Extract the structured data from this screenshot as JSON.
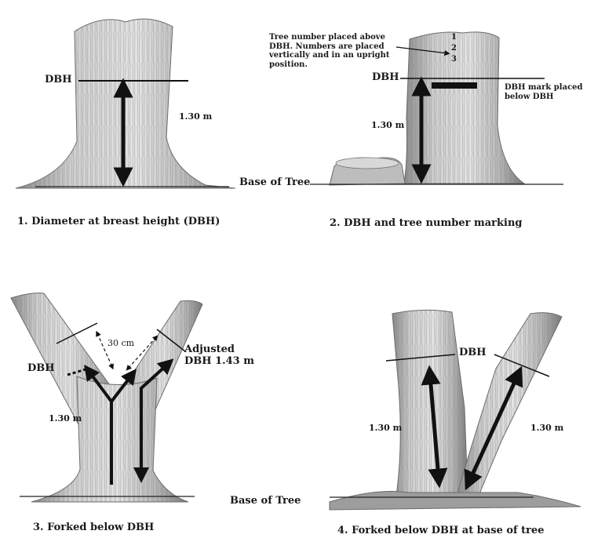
{
  "panel1": {
    "caption": "1.  Diameter at breast height (DBH)",
    "dbh_label": "DBH",
    "height_label": "1.30 m"
  },
  "panel2": {
    "caption": "2.  DBH and tree number marking",
    "tree_number_note": "Tree number placed above\nDBH. Numbers are placed\nvertically and in an upright\nposition.",
    "digits": [
      "1",
      "2",
      "3"
    ],
    "dbh_label": "DBH",
    "height_label": "1.30 m",
    "dbh_mark_note": "DBH mark placed\nbelow DBH",
    "base_label": "Base of Tree"
  },
  "panel3": {
    "caption": "3.  Forked below DBH",
    "dbh_label": "DBH",
    "offset_label": "30 cm",
    "adjusted_label": "Adjusted\nDBH 1.43 m",
    "height_label": "1.30 m",
    "base_label": "Base of Tree"
  },
  "panel4": {
    "caption": "4.  Forked below DBH at base of tree",
    "dbh_label": "DBH",
    "left_height_label": "1.30 m",
    "right_height_label": "1.30 m"
  },
  "colors": {
    "bark_light": "#d9d9d9",
    "bark_mid": "#a9a9a9",
    "bark_dark": "#6e6e6e",
    "ink": "#111111"
  }
}
